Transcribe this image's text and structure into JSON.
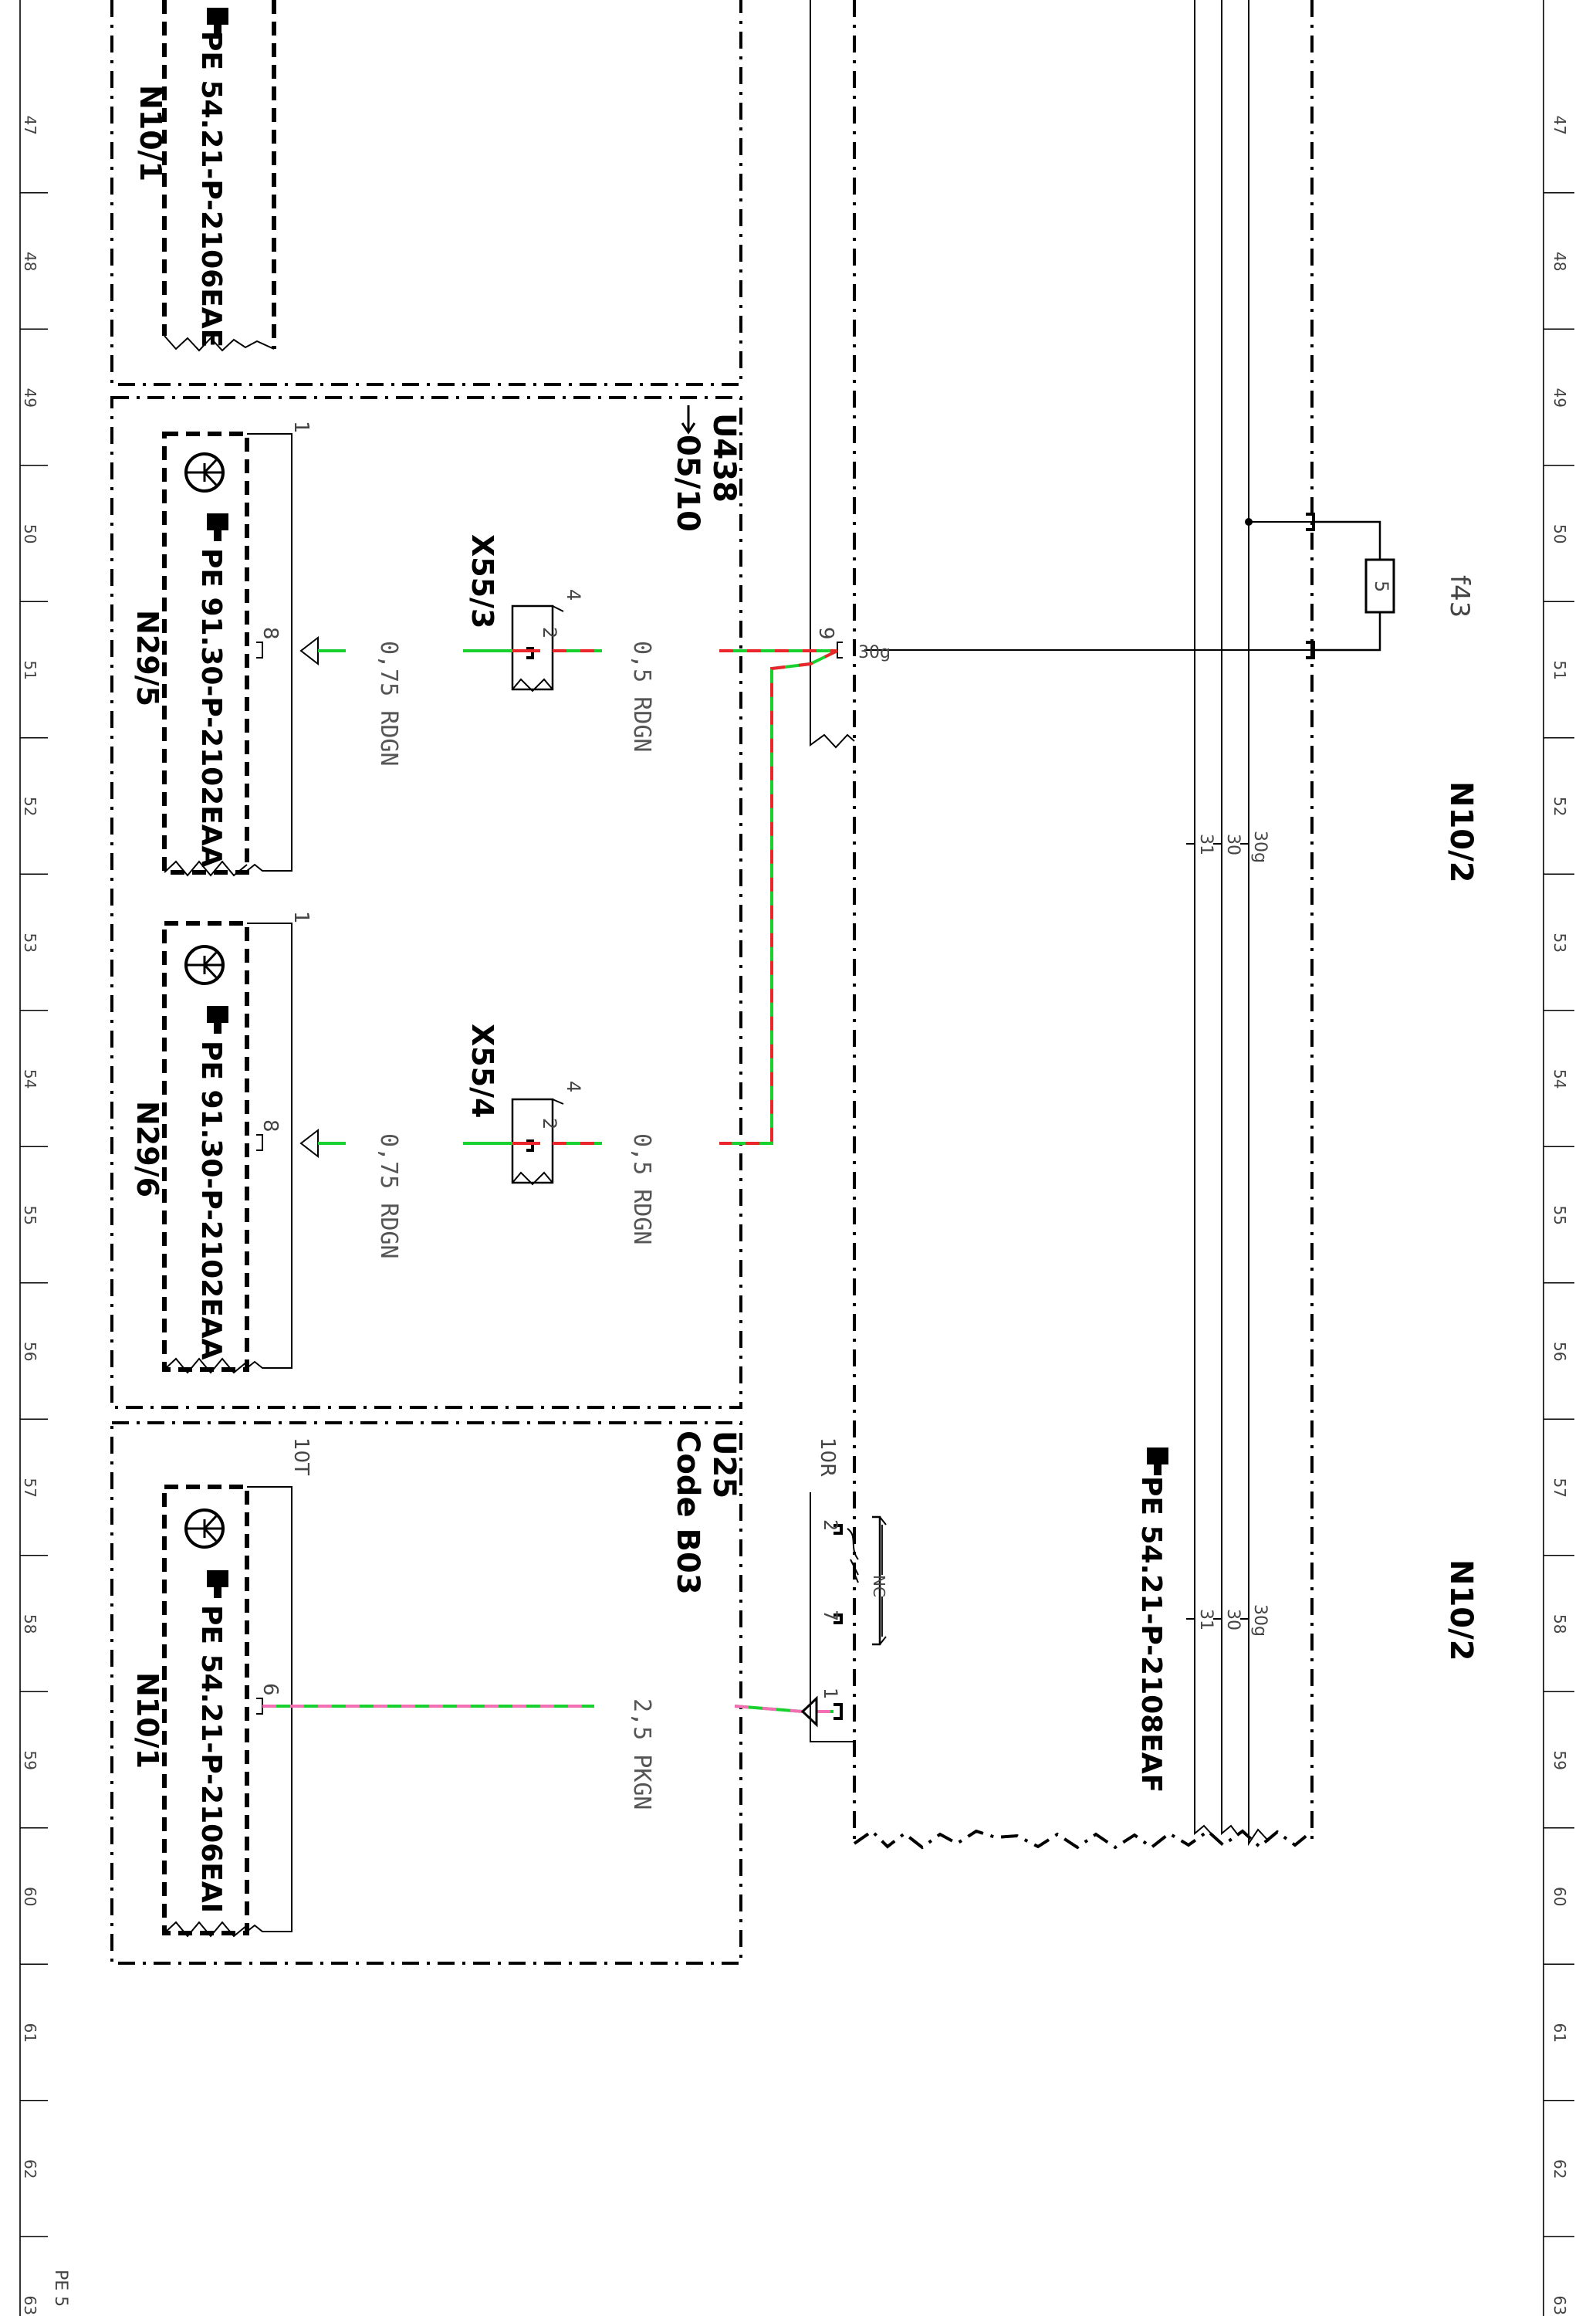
{
  "grid": {
    "numbers": [
      "47",
      "48",
      "49",
      "50",
      "51",
      "52",
      "53",
      "54",
      "55",
      "56",
      "57",
      "58",
      "59",
      "60",
      "61",
      "62",
      "63"
    ],
    "corner_label": "PE 5"
  },
  "colors": {
    "red": "#e8262b",
    "green": "#19d12e",
    "pink": "#f16fb2",
    "black": "#000000"
  },
  "modules": {
    "n10_1_top": {
      "label": "N10/1",
      "ref": "PE 54.21-P-2106EAE"
    },
    "u438": {
      "label": "U438",
      "ref": "05/10"
    },
    "n29_5": {
      "label": "N29/5",
      "ref": "PE 91.30-P-2102EAA",
      "pin_top": "1",
      "pin": "8"
    },
    "n29_6": {
      "label": "N29/6",
      "ref": "PE 91.30-P-2102EAA",
      "pin_top": "1",
      "pin": "8"
    },
    "u25": {
      "label": "U25",
      "code": "Code B03"
    },
    "n10_1_bottom": {
      "label": "N10/1",
      "ref": "PE 54.21-P-2106EAI",
      "pin_top": "10T",
      "pin": "6"
    },
    "n10_2": {
      "label": "N10/2",
      "label_b": "N10/2",
      "ref": "PE 54.21-P-2108EAF"
    }
  },
  "connectors": {
    "x55_3": {
      "label": "X55/3",
      "pin_a": "4",
      "pin_b": "2"
    },
    "x55_4": {
      "label": "X55/4",
      "pin_a": "4",
      "pin_b": "2"
    },
    "pin9": "9",
    "term_30g": "30g",
    "relay": {
      "pin_top": "10R",
      "pin_2": "2",
      "pin_7": "7",
      "pin_1": "1",
      "nc": "NC"
    }
  },
  "wires": {
    "w1": "0,75 RDGN",
    "w2": "0,5 RDGN",
    "w3": "0,75 RDGN",
    "w4": "0,5 RDGN",
    "w5": "2,5 PKGN"
  },
  "fuse": {
    "label": "f43",
    "value": "5"
  },
  "bus": {
    "a": {
      "l30g": "30g",
      "l30": "30",
      "l31": "31"
    },
    "b": {
      "l30g": "30g",
      "l30": "30",
      "l31": "31"
    }
  }
}
